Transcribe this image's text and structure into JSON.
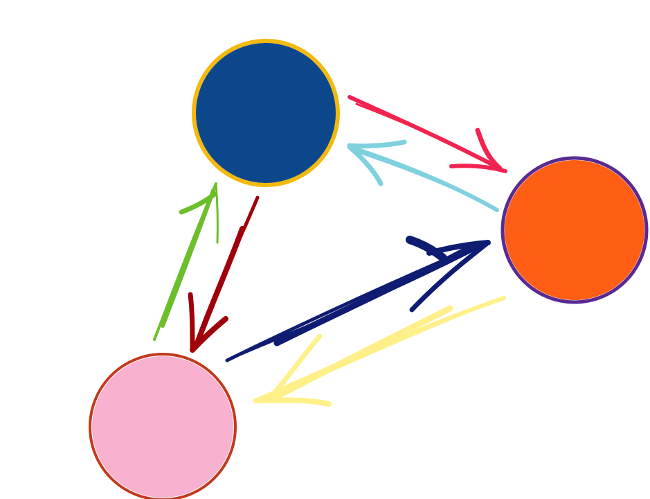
{
  "diagram": {
    "nodes": [
      {
        "id": "node-blue",
        "name": "blue",
        "fill": "#0C478C",
        "outline": "#F2B90F"
      },
      {
        "id": "node-orange",
        "name": "orange",
        "fill": "#FF5E14",
        "outline": "#5A2A91"
      },
      {
        "id": "node-pink",
        "name": "pink",
        "fill": "#F8B1CF",
        "outline": "#C23A1C"
      }
    ],
    "arrows": [
      {
        "id": "arrow-blue-to-orange",
        "from": "blue",
        "to": "orange",
        "color": "#F2244F"
      },
      {
        "id": "arrow-orange-to-blue",
        "from": "orange",
        "to": "blue",
        "color": "#7FD1DD"
      },
      {
        "id": "arrow-pink-to-orange",
        "from": "pink",
        "to": "orange",
        "color": "#0E1C72"
      },
      {
        "id": "arrow-orange-to-pink",
        "from": "orange",
        "to": "pink",
        "color": "#FFF08A"
      },
      {
        "id": "arrow-pink-to-blue",
        "from": "pink",
        "to": "blue",
        "color": "#6DBE2A"
      },
      {
        "id": "arrow-blue-to-pink",
        "from": "blue",
        "to": "pink",
        "color": "#A0000A"
      }
    ]
  }
}
